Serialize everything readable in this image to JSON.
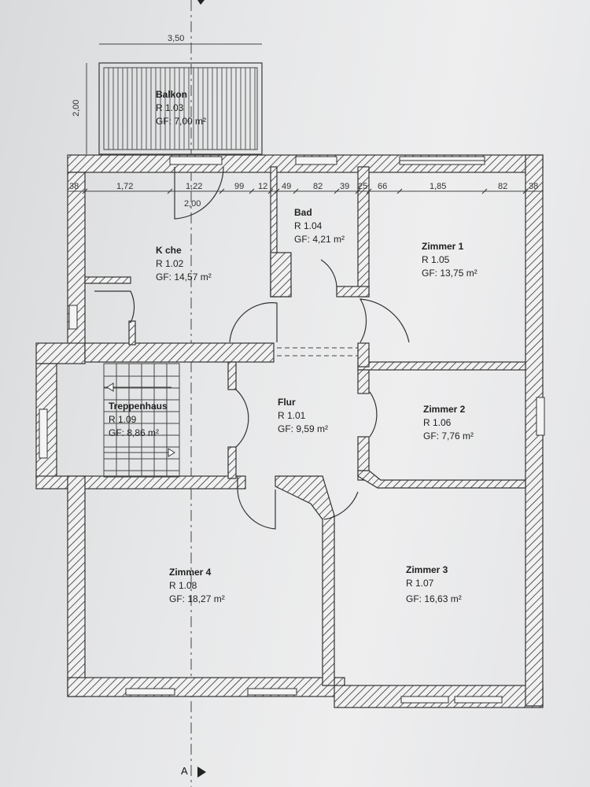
{
  "rooms": [
    {
      "id": "balkon",
      "name": "Balkon",
      "number": "R 1.03",
      "area": "GF: 7,00 m²"
    },
    {
      "id": "kueche",
      "name": "K che",
      "number": "R 1.02",
      "area": "GF: 14,57 m²"
    },
    {
      "id": "bad",
      "name": "Bad",
      "number": "R 1.04",
      "area": "GF: 4,21 m²"
    },
    {
      "id": "zimmer1",
      "name": "Zimmer 1",
      "number": "R 1.05",
      "area": "GF: 13,75 m²"
    },
    {
      "id": "treppenhaus",
      "name": "Treppenhaus",
      "number": "R 1.09",
      "area": "GF:   8,86 m²"
    },
    {
      "id": "flur",
      "name": "Flur",
      "number": "R 1.01",
      "area": "GF: 9,59 m²"
    },
    {
      "id": "zimmer2",
      "name": "Zimmer 2",
      "number": "R 1.06",
      "area": "GF: 7,76 m²"
    },
    {
      "id": "zimmer4",
      "name": "Zimmer 4",
      "number": "R 1.08",
      "area": "GF: 18,27 m²"
    },
    {
      "id": "zimmer3",
      "name": "Zimmer 3",
      "number": "R 1.07",
      "area": "GF: 16,63 m²"
    }
  ],
  "dimensions": {
    "balcony_width": "3,50",
    "balcony_depth": "2,00",
    "door_width": "2,00",
    "chain": [
      "38",
      "1,72",
      "1,22",
      "99",
      "12",
      "49",
      "82",
      "39",
      "25",
      "66",
      "1,85",
      "82",
      "38"
    ]
  },
  "section_marker": "A"
}
